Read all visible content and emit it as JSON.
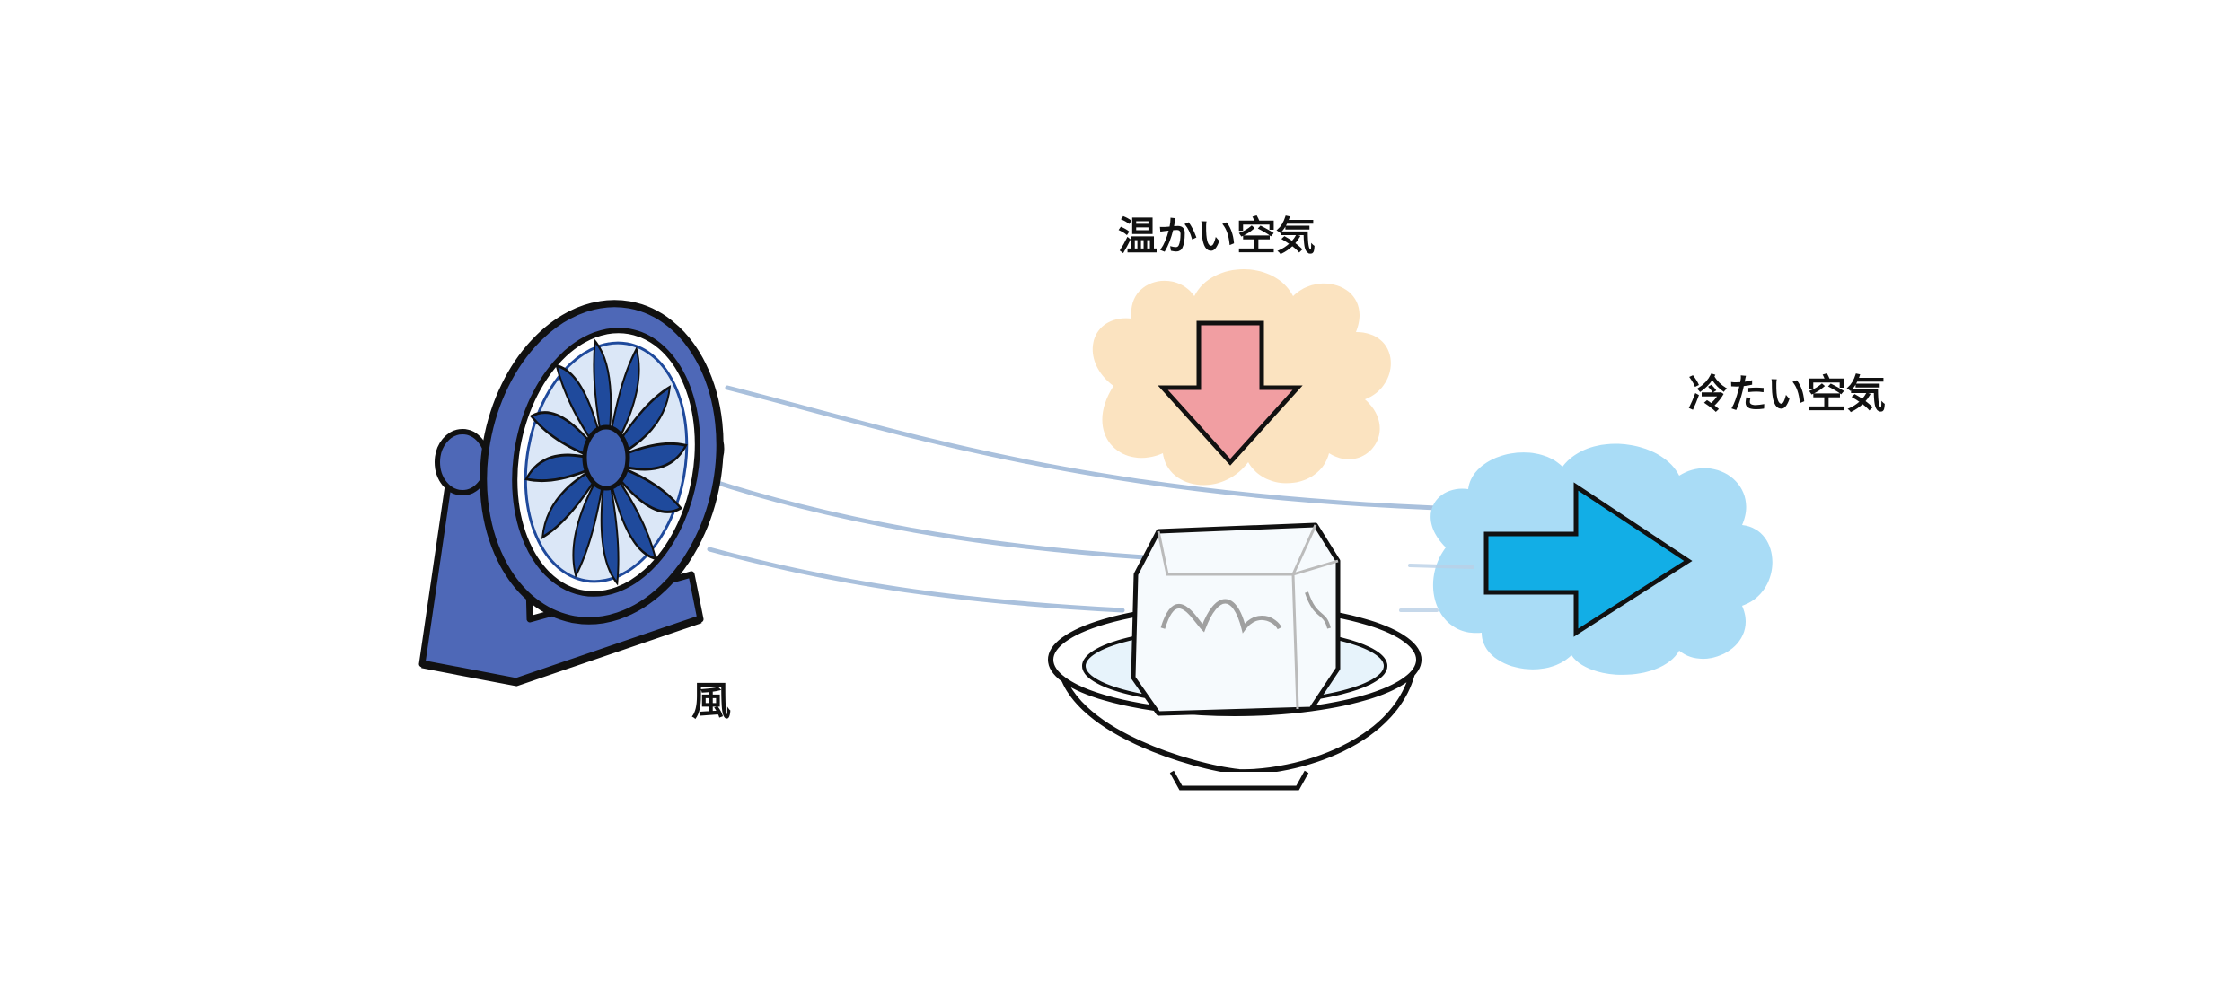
{
  "labels": {
    "warm_air": "温かい空気",
    "cold_air": "冷たい空気",
    "wind": "風"
  },
  "colors": {
    "warm_cloud": "#fbe3c0",
    "warm_arrow": "#f19ea2",
    "cold_cloud": "#a9dcf6",
    "cold_arrow": "#12aee6",
    "fan_body": "#4e68b7",
    "fan_blade": "#1f4a9c",
    "wind_lines": "#a9c0dc",
    "outline": "#111111"
  },
  "icons": [
    "desk-fan-icon",
    "warm-air-cloud-icon",
    "down-arrow-icon",
    "ice-cube-icon",
    "bowl-icon",
    "cold-air-cloud-icon",
    "right-arrow-icon",
    "wind-lines-icon"
  ]
}
